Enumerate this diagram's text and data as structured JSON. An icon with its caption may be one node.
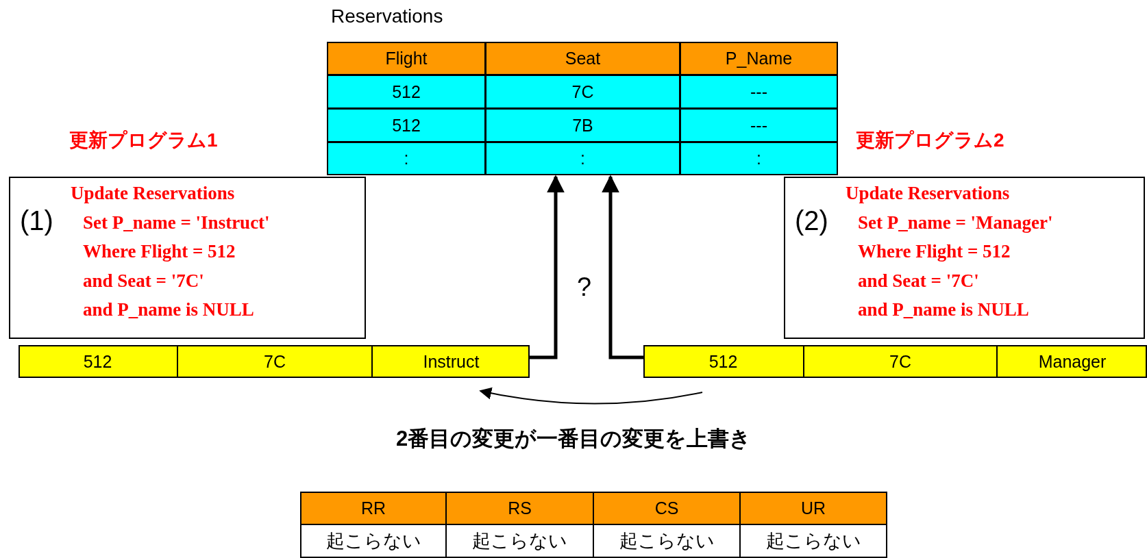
{
  "diagram": {
    "caption": "2番目の変更が一番目の変更を上書き",
    "nodes": [
      {
        "text": [
          "Reservations"
        ]
      },
      {
        "text": [
          "(1)",
          "Update Reservations",
          "Set P_name = 'Instruct'",
          "Where Flight = 512",
          "and Seat = '7C'",
          "and P_name is NULL"
        ],
        "beside": [
          "更新プログラム1"
        ]
      },
      {
        "text": [
          "(2)",
          "Update Reservations",
          "Set P_name = 'Manager'",
          "Where Flight = 512",
          "and Seat = '7C'",
          "and P_name is NULL"
        ],
        "beside": [
          "更新プログラム2"
        ]
      },
      {
        "text": [
          "512",
          "7C",
          "Instruct"
        ]
      },
      {
        "text": [
          "512",
          "7C",
          "Manager"
        ]
      }
    ],
    "edges": [
      {
        "from": 3,
        "to": 0,
        "arrow": "to"
      },
      {
        "from": 4,
        "to": 0,
        "arrow": "to"
      },
      {
        "from": 4,
        "to": 3,
        "arrow": "to"
      }
    ],
    "labels": [
      "Flight",
      "Seat",
      "P_Name",
      "512",
      "7C",
      "---",
      "512",
      "7B",
      "---",
      ":",
      ":",
      ":",
      "?",
      "RR",
      "RS",
      "CS",
      "UR",
      "起こらない",
      "起こらない",
      "起こらない",
      "起こらない"
    ]
  }
}
